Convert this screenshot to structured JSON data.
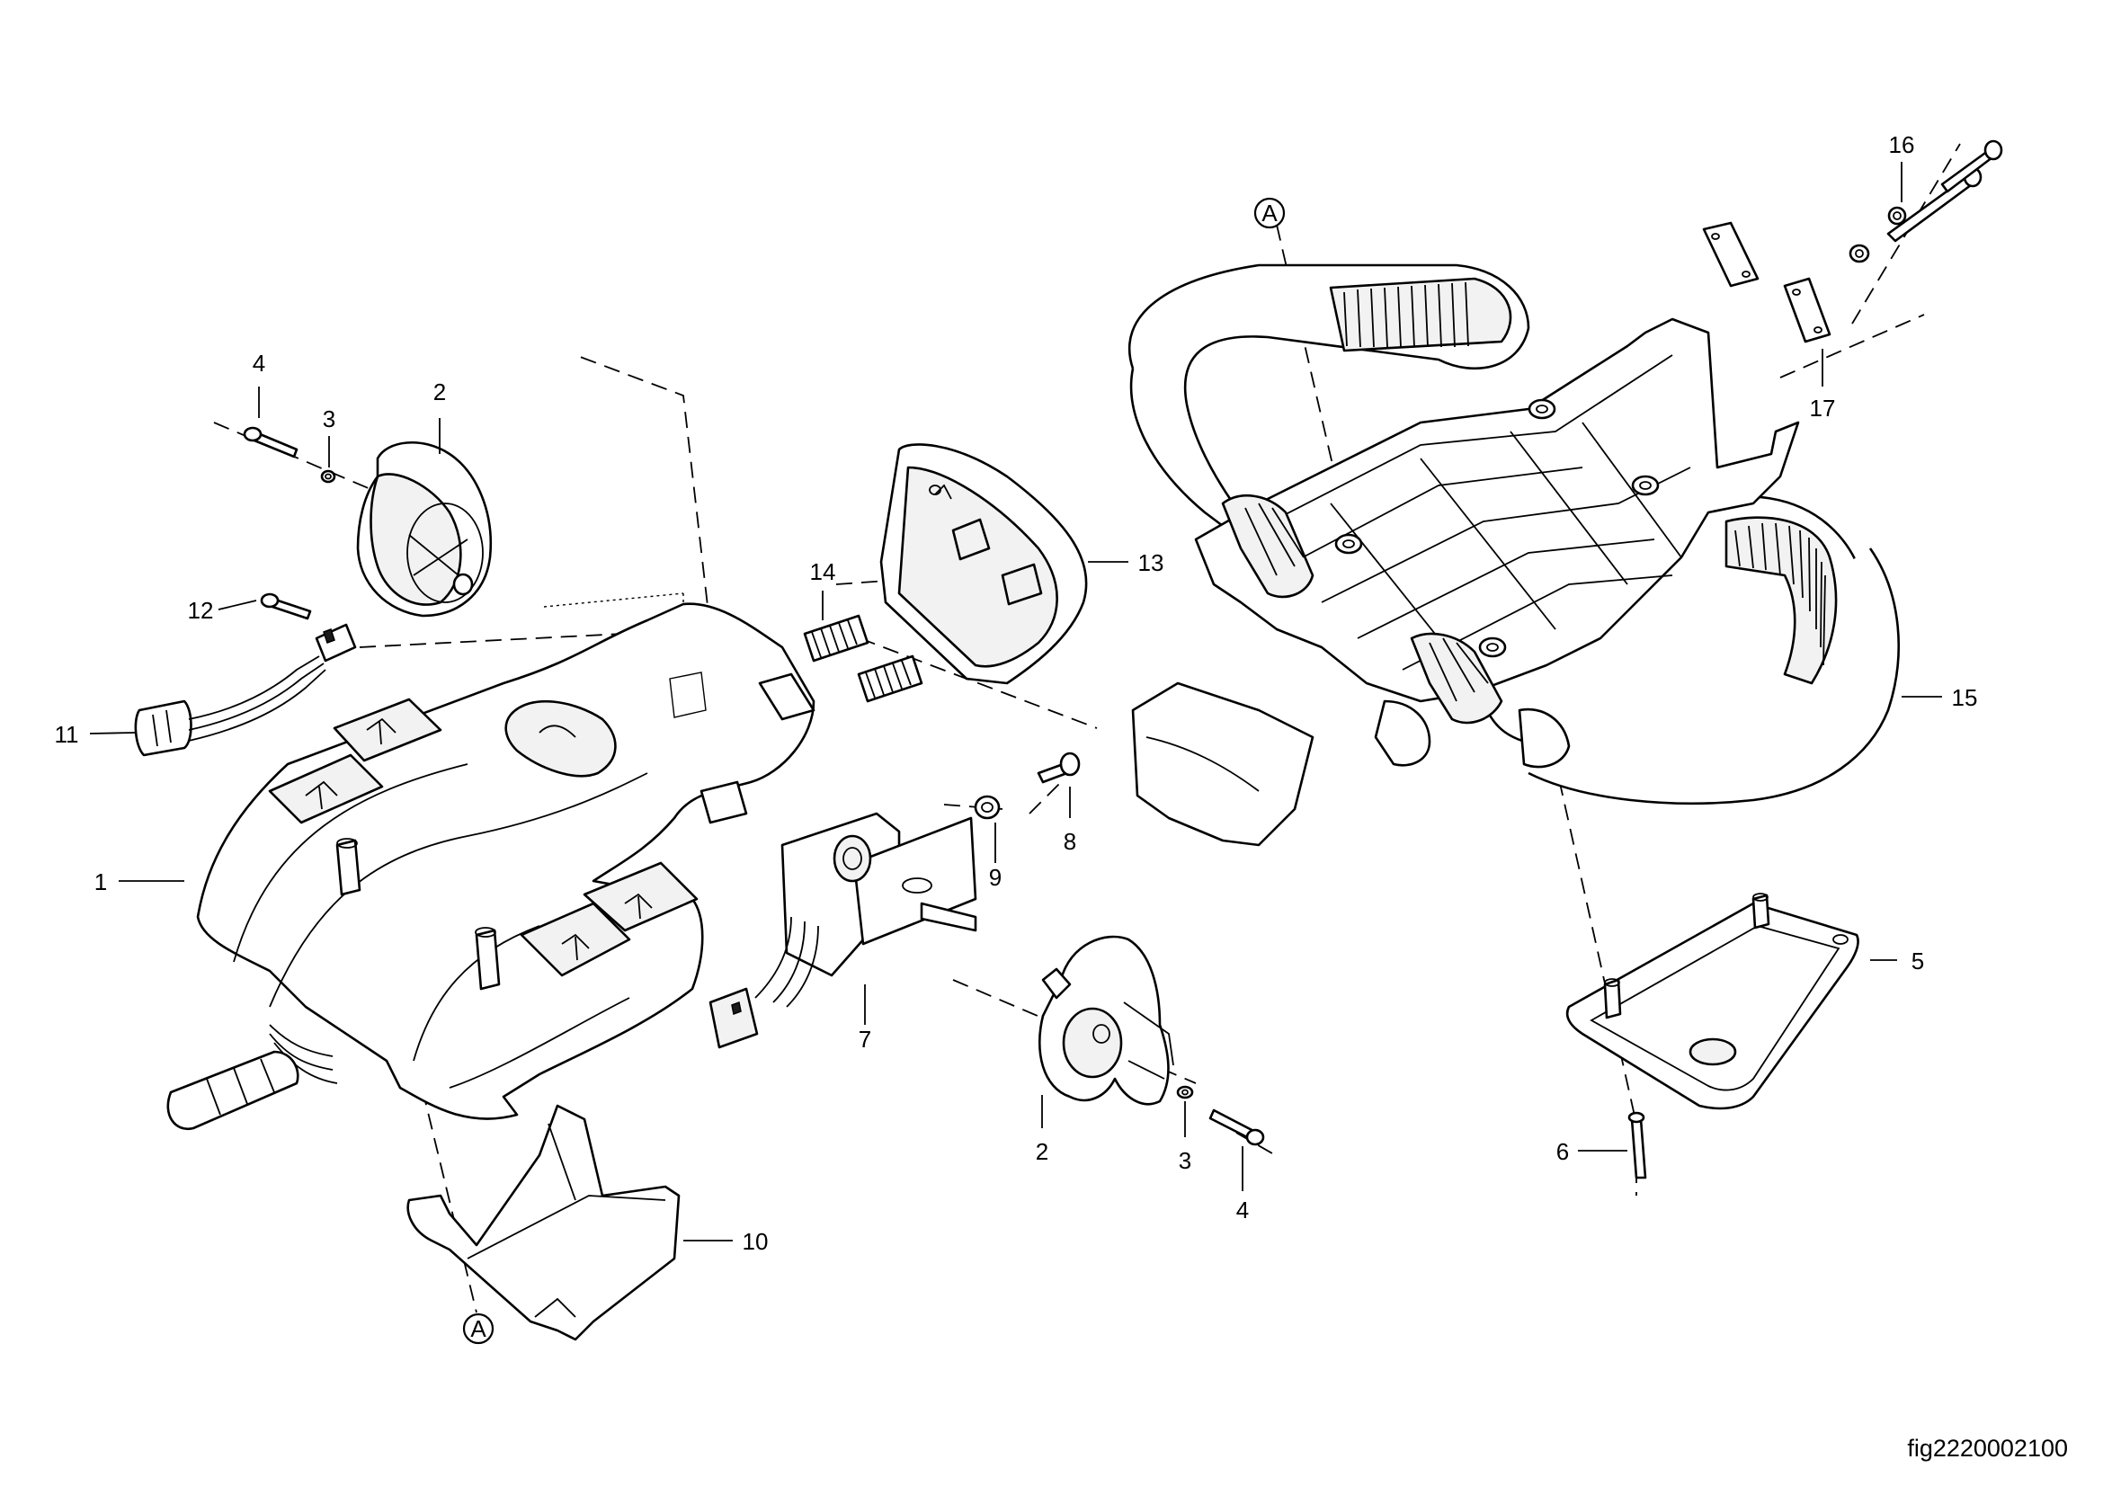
{
  "figure_id": "fig2220002100",
  "alignment_marker": "A",
  "callouts": {
    "c1": "1",
    "c2_top": "2",
    "c2_bottom": "2",
    "c3_top": "3",
    "c3_bottom": "3",
    "c4_top": "4",
    "c4_bottom": "4",
    "c5": "5",
    "c6": "6",
    "c7": "7",
    "c8": "8",
    "c9": "9",
    "c10": "10",
    "c11": "11",
    "c12": "12",
    "c13": "13",
    "c14": "14",
    "c15": "15",
    "c16": "16",
    "c17": "17"
  }
}
